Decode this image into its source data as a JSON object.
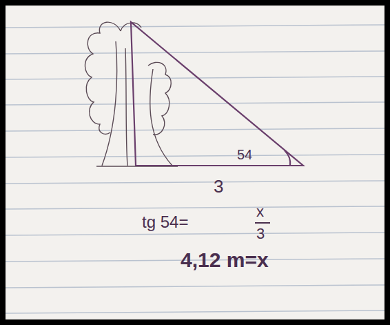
{
  "diagram": {
    "labels": [
      "54",
      "3",
      "tg 54=",
      "x",
      "3",
      "4,12 m=x"
    ]
  }
}
